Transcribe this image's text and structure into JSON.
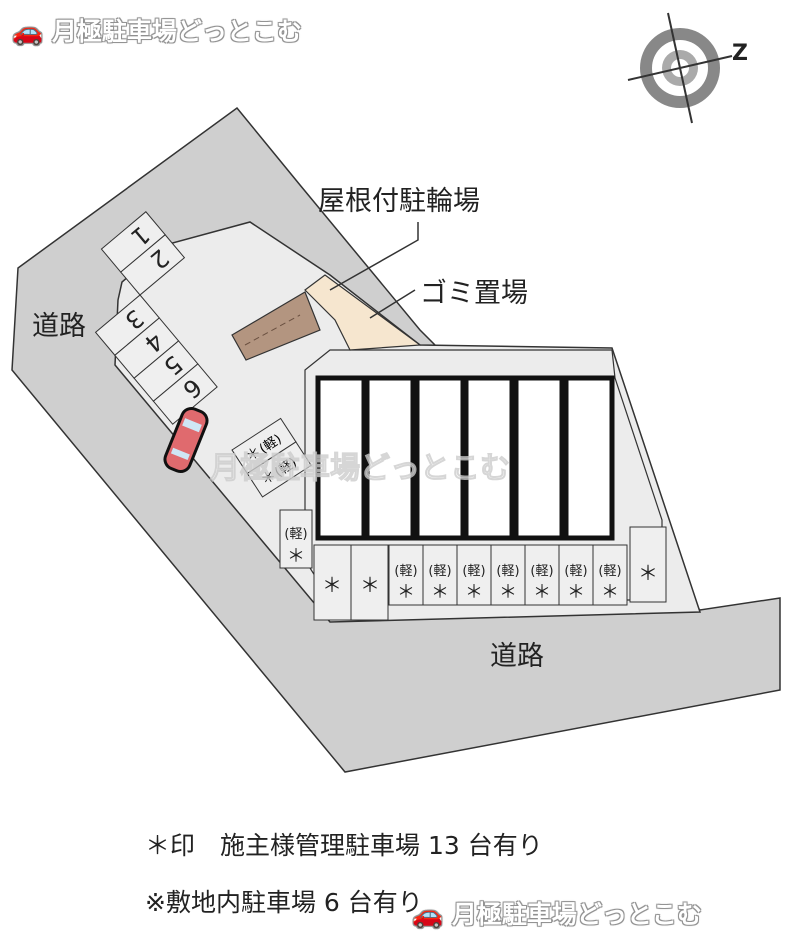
{
  "logo": {
    "text": "月極駐車場どっとこむ",
    "icon": "car-icon"
  },
  "compass": {
    "label": "Z",
    "icon": "compass-icon"
  },
  "labels": {
    "bicycle_parking": "屋根付駐輪場",
    "garbage": "ゴミ置場",
    "road_left": "道路",
    "road_bottom": "道路"
  },
  "slots": [
    "1",
    "2",
    "3",
    "4",
    "5",
    "6"
  ],
  "kei": "(軽)",
  "asterisk": "＊",
  "legend": {
    "line1": "＊印　施主様管理駐車場 13 台有り",
    "line2": "※敷地内駐車場 6 台有り"
  },
  "watermark": "月極駐車場どっとこむ",
  "colors": {
    "road": "#cfcfcf",
    "lot": "#ececec",
    "bike_roof": "#b39580",
    "garbage": "#f6e6cf",
    "car": "#e06a6e"
  }
}
